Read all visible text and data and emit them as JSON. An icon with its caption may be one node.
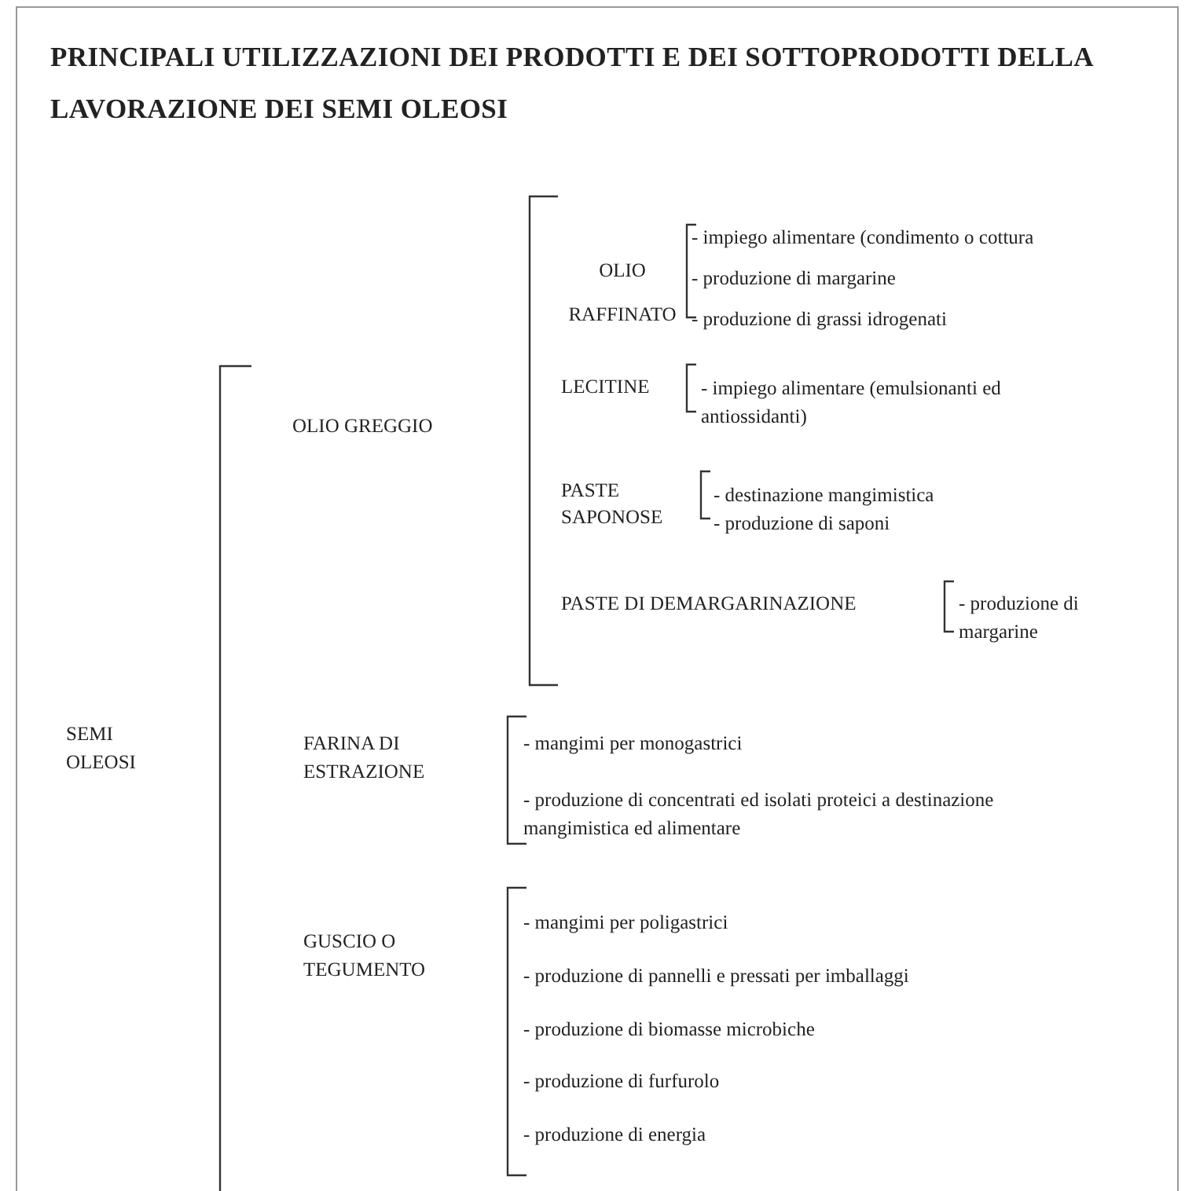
{
  "diagram": {
    "title": "PRINCIPALI UTILIZZAZIONI DEI PRODOTTI E DEI SOTTOPRODOTTI DELLA LAVORAZIONE DEI SEMI OLEOSI",
    "labels": [
      "SEMI OLEOSI",
      "OLIO GREGGIO",
      "OLIO RAFFINATO",
      "- impiego alimentare (condimento o cottura",
      "- produzione di margarine",
      "- produzione di grassi idrogenati",
      "LECITINE",
      "- impiego alimentare (emulsionanti ed antiossidanti)",
      "PASTE SAPONOSE",
      "- destinazione mangimistica",
      "- produzione di saponi",
      "PASTE DI DEMARGARINAZIONE",
      "- produzione di margarine",
      "FARINA DI ESTRAZIONE",
      "- mangimi per monogastrici",
      "- produzione di concentrati ed isolati proteici a destinazione mangimistica ed alimentare",
      "GUSCIO O TEGUMENTO",
      "- mangimi per poligastrici",
      "- produzione di pannelli e pressati per imballaggi",
      "- produzione di biomasse microbiche",
      "- produzione di furfurolo",
      "- produzione di energia"
    ]
  }
}
